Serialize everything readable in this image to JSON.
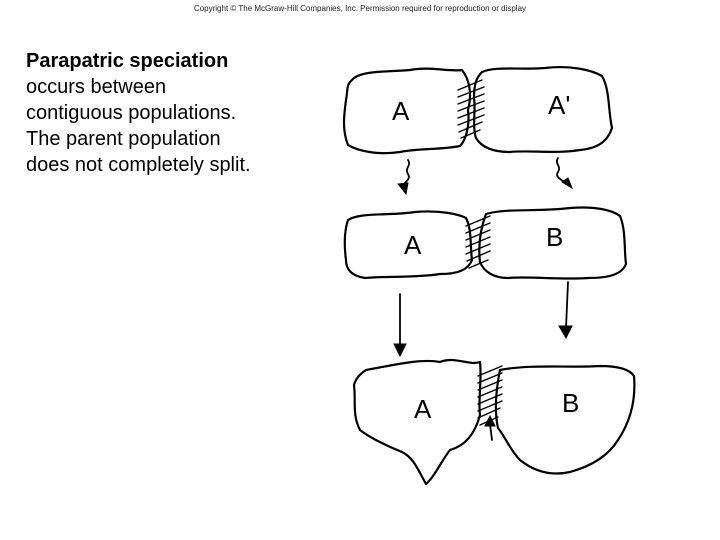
{
  "copyright": "Copyright © The McGraw-Hill Companies, Inc. Permission required for reproduction or display",
  "text": {
    "term": "Parapatric speciation",
    "line1": "occurs between",
    "line2": "contiguous populations.",
    "line3": "The parent population",
    "line4": "does not completely split."
  },
  "diagram": {
    "row1": {
      "left": "A",
      "right": "A'"
    },
    "row2": {
      "left": "A",
      "right": "B"
    },
    "row3": {
      "left": "A",
      "right": "B"
    }
  }
}
